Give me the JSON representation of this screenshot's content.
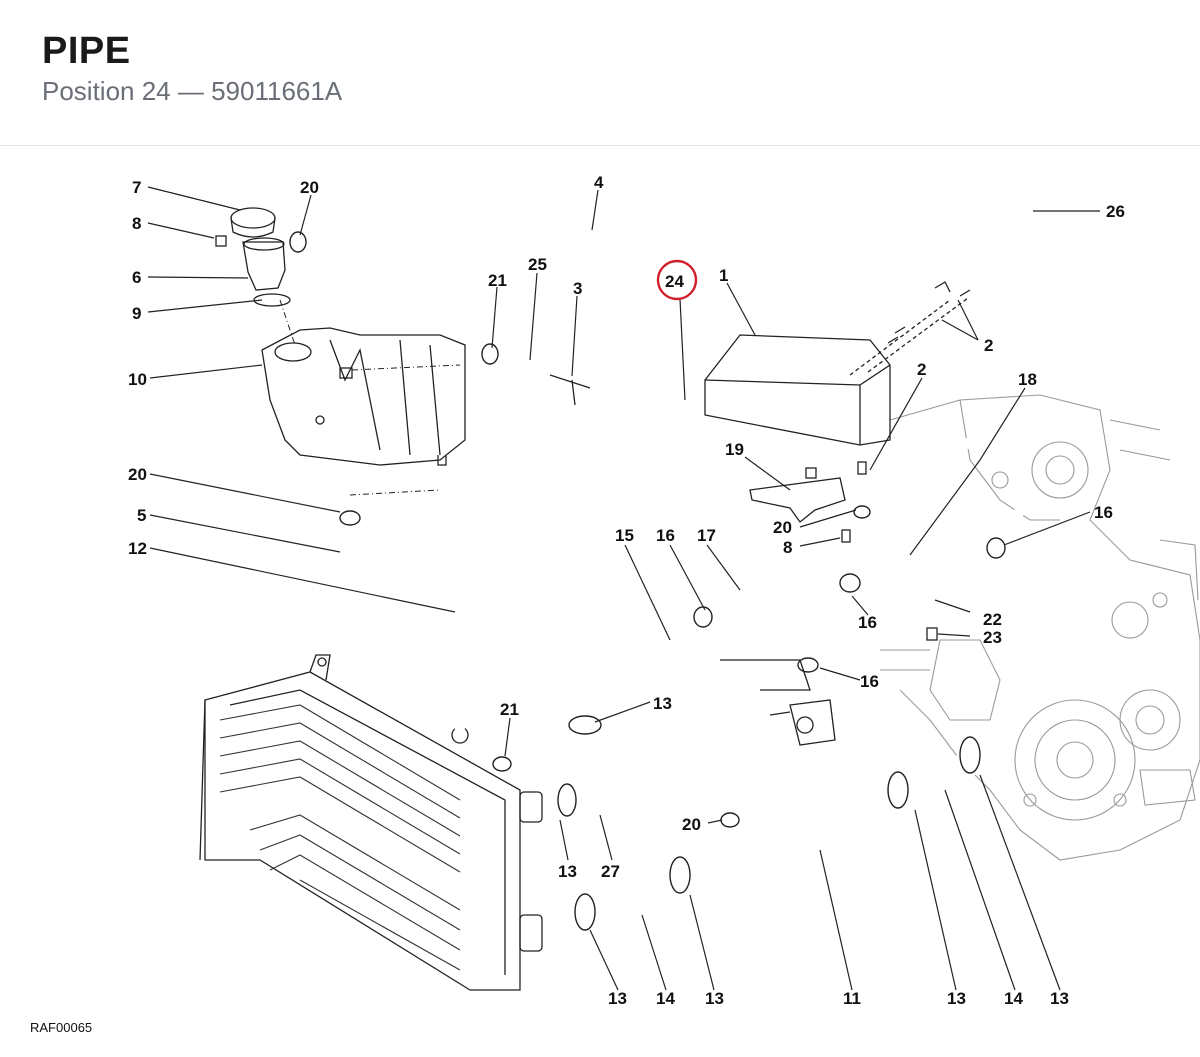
{
  "page": {
    "title": "PIPE",
    "subtitle": "Position 24 — 59011661A"
  },
  "diagram": {
    "highlighted_position": "24",
    "reference_code": "RAF00065",
    "callouts": {
      "c1": "1",
      "c2a": "2",
      "c2b": "2",
      "c3": "3",
      "c4": "4",
      "c5": "5",
      "c6": "6",
      "c7": "7",
      "c8a": "8",
      "c8b": "8",
      "c9": "9",
      "c10": "10",
      "c11": "11",
      "c12": "12",
      "c13a": "13",
      "c13b": "13",
      "c13c": "13",
      "c13d": "13",
      "c13e": "13",
      "c13f": "13",
      "c14a": "14",
      "c14b": "14",
      "c15": "15",
      "c16a": "16",
      "c16b": "16",
      "c16c": "16",
      "c16d": "16",
      "c17": "17",
      "c18": "18",
      "c19": "19",
      "c20a": "20",
      "c20b": "20",
      "c20c": "20",
      "c20d": "20",
      "c21a": "21",
      "c21b": "21",
      "c22": "22",
      "c23": "23",
      "c24": "24",
      "c25": "25",
      "c26": "26",
      "c27": "27"
    },
    "highlight_color": "#d0202b"
  }
}
